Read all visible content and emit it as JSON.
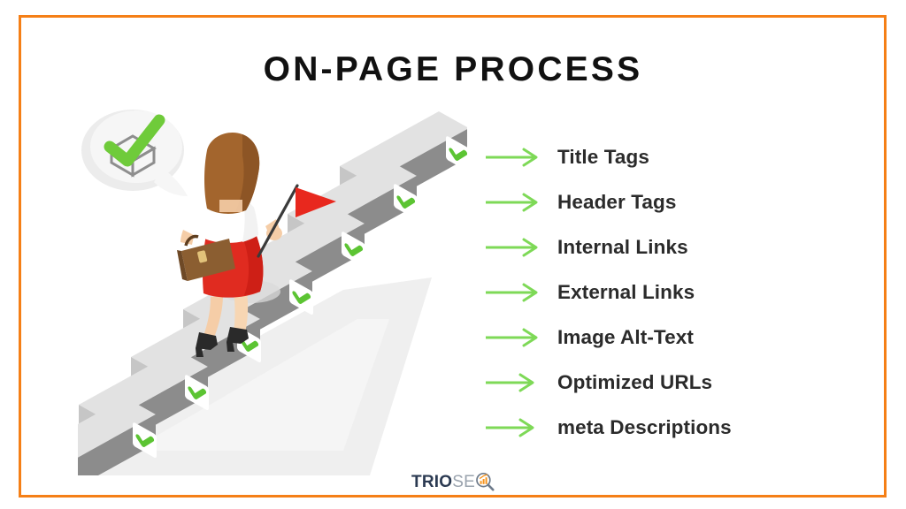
{
  "page": {
    "title": "ON-PAGE PROCESS",
    "background_color": "#FFFFFF",
    "frame_color": "#F57F16"
  },
  "colors": {
    "accent_orange": "#F57F16",
    "arrow_green": "#7ED957",
    "check_green": "#5CC433",
    "text_dark": "#2B2B2B",
    "title_black": "#111111",
    "step_top": "#E2E2E2",
    "step_side": "#C6C6C6",
    "step_front": "#8C8C8C",
    "floor_shadow": "#ECECEC",
    "skirt_red": "#E02B20",
    "flag_red": "#E8281E",
    "hair_brown": "#A3652D",
    "briefcase_brown": "#8B5E31",
    "skin": "#F5CDA7",
    "shoe_black": "#2A2A2A",
    "bubble_gray": "#EFEFEF",
    "logo_navy": "#2B3A52",
    "logo_gray": "#9AA3AE"
  },
  "steps": {
    "count": 7,
    "front_face_icon": "check-icon",
    "checkmark_color": "#5CC433"
  },
  "character": {
    "description": "businesswoman-climbing-stairs",
    "items": [
      "briefcase",
      "red-flag",
      "high-heels"
    ],
    "speech_bubble_icon": "checkmark-in-box-icon"
  },
  "list": {
    "arrow_icon": "arrow-right-icon",
    "items": [
      {
        "label": "Title Tags"
      },
      {
        "label": "Header Tags"
      },
      {
        "label": "Internal Links"
      },
      {
        "label": "External Links"
      },
      {
        "label": "Image Alt-Text"
      },
      {
        "label": "Optimized URLs"
      },
      {
        "label": "meta Descriptions"
      }
    ]
  },
  "logo": {
    "text_primary": "TRIO",
    "text_secondary": "SE",
    "mark_icon": "magnifying-glass-bar-chart-icon",
    "mark_colors": [
      "#F7941E",
      "#6E7B8B"
    ]
  }
}
